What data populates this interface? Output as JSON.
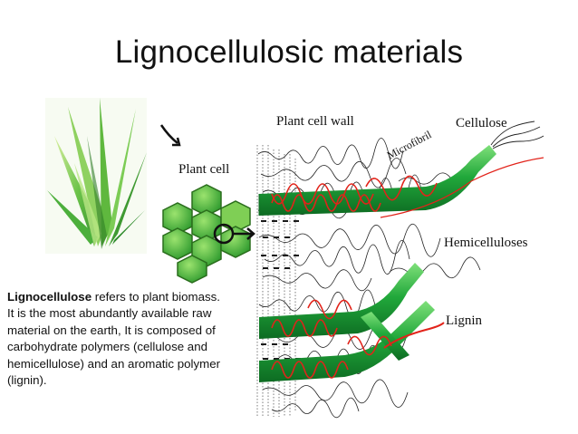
{
  "title": "Lignocellulosic materials",
  "description": {
    "term": "Lignocellulose",
    "text": " refers to plant biomass. It is the most abundantly available raw material on the earth, It is composed of carbohydrate polymers (cellulose and hemicellulose) and an aromatic polymer (lignin)."
  },
  "diagram": {
    "plant_cell_label": "Plant cell",
    "plant_cell_wall_label": "Plant cell wall",
    "microfibril_label": "Microfibril",
    "cellulose_label": "Cellulose",
    "hemicelluloses_label": "Hemicelluloses",
    "lignin_label": "Lignin"
  },
  "colors": {
    "cellulose_green": "#1fa33a",
    "lignin_red": "#e2231a",
    "plant_green": "#5cc24a"
  }
}
